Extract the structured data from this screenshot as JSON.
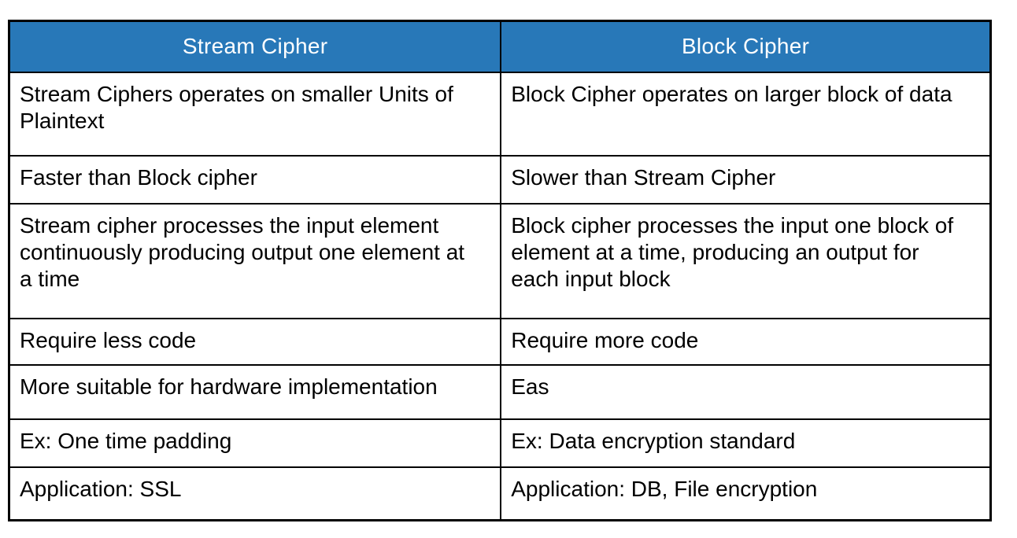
{
  "table": {
    "headers": [
      "Stream Cipher",
      "Block Cipher"
    ],
    "rows": [
      {
        "left": "Stream Ciphers operates on smaller Units of Plaintext",
        "right": "Block Cipher operates on larger block of data"
      },
      {
        "left": "Faster than Block cipher",
        "right": "Slower than Stream Cipher"
      },
      {
        "left": "Stream cipher processes the input element continuously producing output one element at a time",
        "right": "Block cipher processes the input one block of element at a time, producing an output for each input block"
      },
      {
        "left": "Require less code",
        "right": "Require more code"
      },
      {
        "left": "More suitable for hardware implementation",
        "right": "Eas"
      },
      {
        "left": "Ex: One time padding",
        "right": "Ex: Data encryption standard"
      },
      {
        "left": "Application: SSL",
        "right": "Application: DB, File encryption"
      }
    ],
    "colors": {
      "header_bg": "#2878B8",
      "header_text": "#FFFFFF",
      "border": "#000000",
      "text": "#000000",
      "page_bg": "#FFFFFF"
    }
  }
}
